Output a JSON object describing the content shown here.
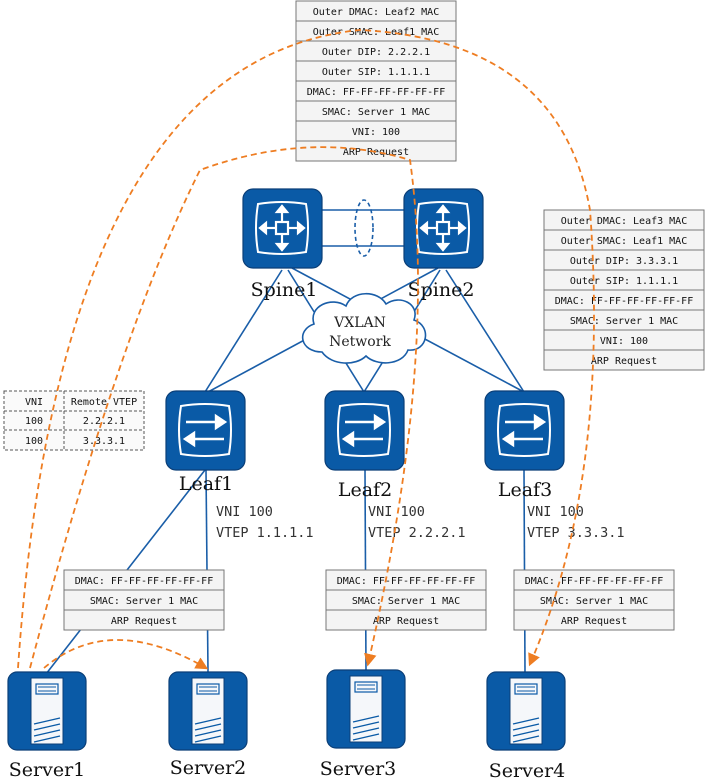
{
  "colors": {
    "device_fill": "#0a5aa6",
    "device_border": "#0b3f78",
    "link": "#1a5ea8",
    "flow": "#ee7d22",
    "box_fill": "#f4f4f4",
    "box_border": "#777777",
    "cloud_stroke": "#1a5ea8"
  },
  "cloud": {
    "line1": "VXLAN",
    "line2": "Network"
  },
  "devices": {
    "spine1": "Spine1",
    "spine2": "Spine2",
    "leaf1": "Leaf1",
    "leaf2": "Leaf2",
    "leaf3": "Leaf3",
    "server1": "Server1",
    "server2": "Server2",
    "server3": "Server3",
    "server4": "Server4"
  },
  "vtep": {
    "leaf1": {
      "vni": "VNI 100",
      "vtep": "VTEP 1.1.1.1"
    },
    "leaf2": {
      "vni": "VNI 100",
      "vtep": "VTEP 2.2.2.1"
    },
    "leaf3": {
      "vni": "VNI 100",
      "vtep": "VTEP 3.3.3.1"
    }
  },
  "vtep_table": {
    "headers": [
      "VNI",
      "Remote VTEP"
    ],
    "rows": [
      [
        "100",
        "2.2.2.1"
      ],
      [
        "100",
        "3.3.3.1"
      ]
    ]
  },
  "packets": {
    "top": [
      "Outer DMAC: Leaf2 MAC",
      "Outer SMAC: Leaf1 MAC",
      "Outer DIP: 2.2.2.1",
      "Outer SIP: 1.1.1.1",
      "DMAC: FF-FF-FF-FF-FF-FF",
      "SMAC: Server 1 MAC",
      "VNI: 100",
      "ARP Request"
    ],
    "right": [
      "Outer DMAC: Leaf3 MAC",
      "Outer SMAC: Leaf1 MAC",
      "Outer DIP: 3.3.3.1",
      "Outer SIP: 1.1.1.1",
      "DMAC: FF-FF-FF-FF-FF-FF",
      "SMAC: Server 1 MAC",
      "VNI: 100",
      "ARP Request"
    ],
    "leaf1": [
      "DMAC: FF-FF-FF-FF-FF-FF",
      "SMAC: Server 1 MAC",
      "ARP Request"
    ],
    "leaf2": [
      "DMAC: FF-FF-FF-FF-FF-FF",
      "SMAC: Server 1 MAC",
      "ARP Request"
    ],
    "leaf3": [
      "DMAC: FF-FF-FF-FF-FF-FF",
      "SMAC: Server 1 MAC",
      "ARP Request"
    ]
  }
}
